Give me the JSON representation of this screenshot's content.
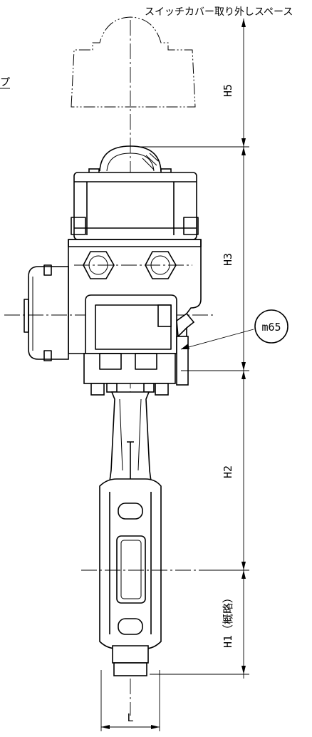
{
  "labels": {
    "switch_cover_space": "スイッチカバー取り外しスペース",
    "cut_char": "プ",
    "h5": "H5",
    "h3": "H3",
    "h2": "H2",
    "h1": "H1（概略）",
    "balloon": "m65",
    "l": "L"
  }
}
